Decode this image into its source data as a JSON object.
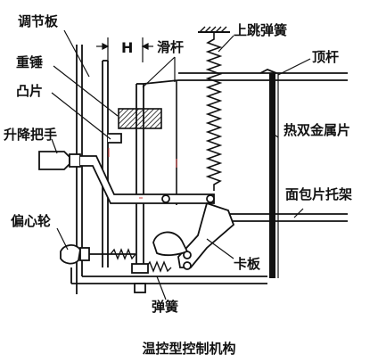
{
  "labels": {
    "adjust_plate": "调节板",
    "hammer": "重锤",
    "cam": "凸片",
    "lift_handle": "升降把手",
    "eccentric": "偏心轮",
    "gap_mark": "H",
    "slide_rod": "滑杆",
    "jump_spring": "上跳弹簧",
    "top_rod": "顶杆",
    "bimetal": "热双金属片",
    "bread_rack": "面包片托架",
    "latch": "卡板",
    "spring": "弹簧"
  },
  "caption": "温控型控制机构",
  "colors": {
    "ink": "#111111",
    "hatch": "#333333",
    "accent": "#d04040"
  }
}
